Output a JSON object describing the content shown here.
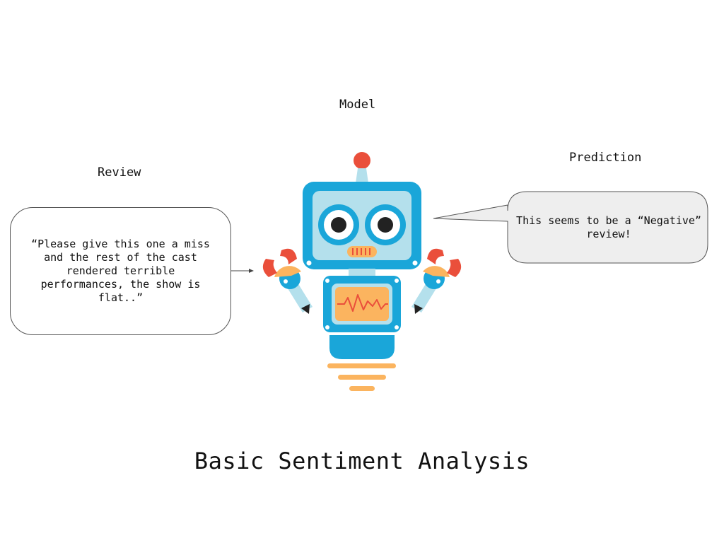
{
  "labels": {
    "model": "Model",
    "review": "Review",
    "prediction": "Prediction"
  },
  "review_text": "“Please give this one a miss and the rest of the cast rendered terrible performances, the show is flat..”",
  "prediction_text": "This seems to be a “Negative” review!",
  "title": "Basic Sentiment Analysis",
  "colors": {
    "robot_blue": "#1aa6d9",
    "robot_light": "#b4e0ec",
    "accent_red": "#ea4f3b",
    "accent_orange": "#fbb45f",
    "bubble_fill": "#eeeeee"
  },
  "icons": [
    "robot-icon"
  ]
}
